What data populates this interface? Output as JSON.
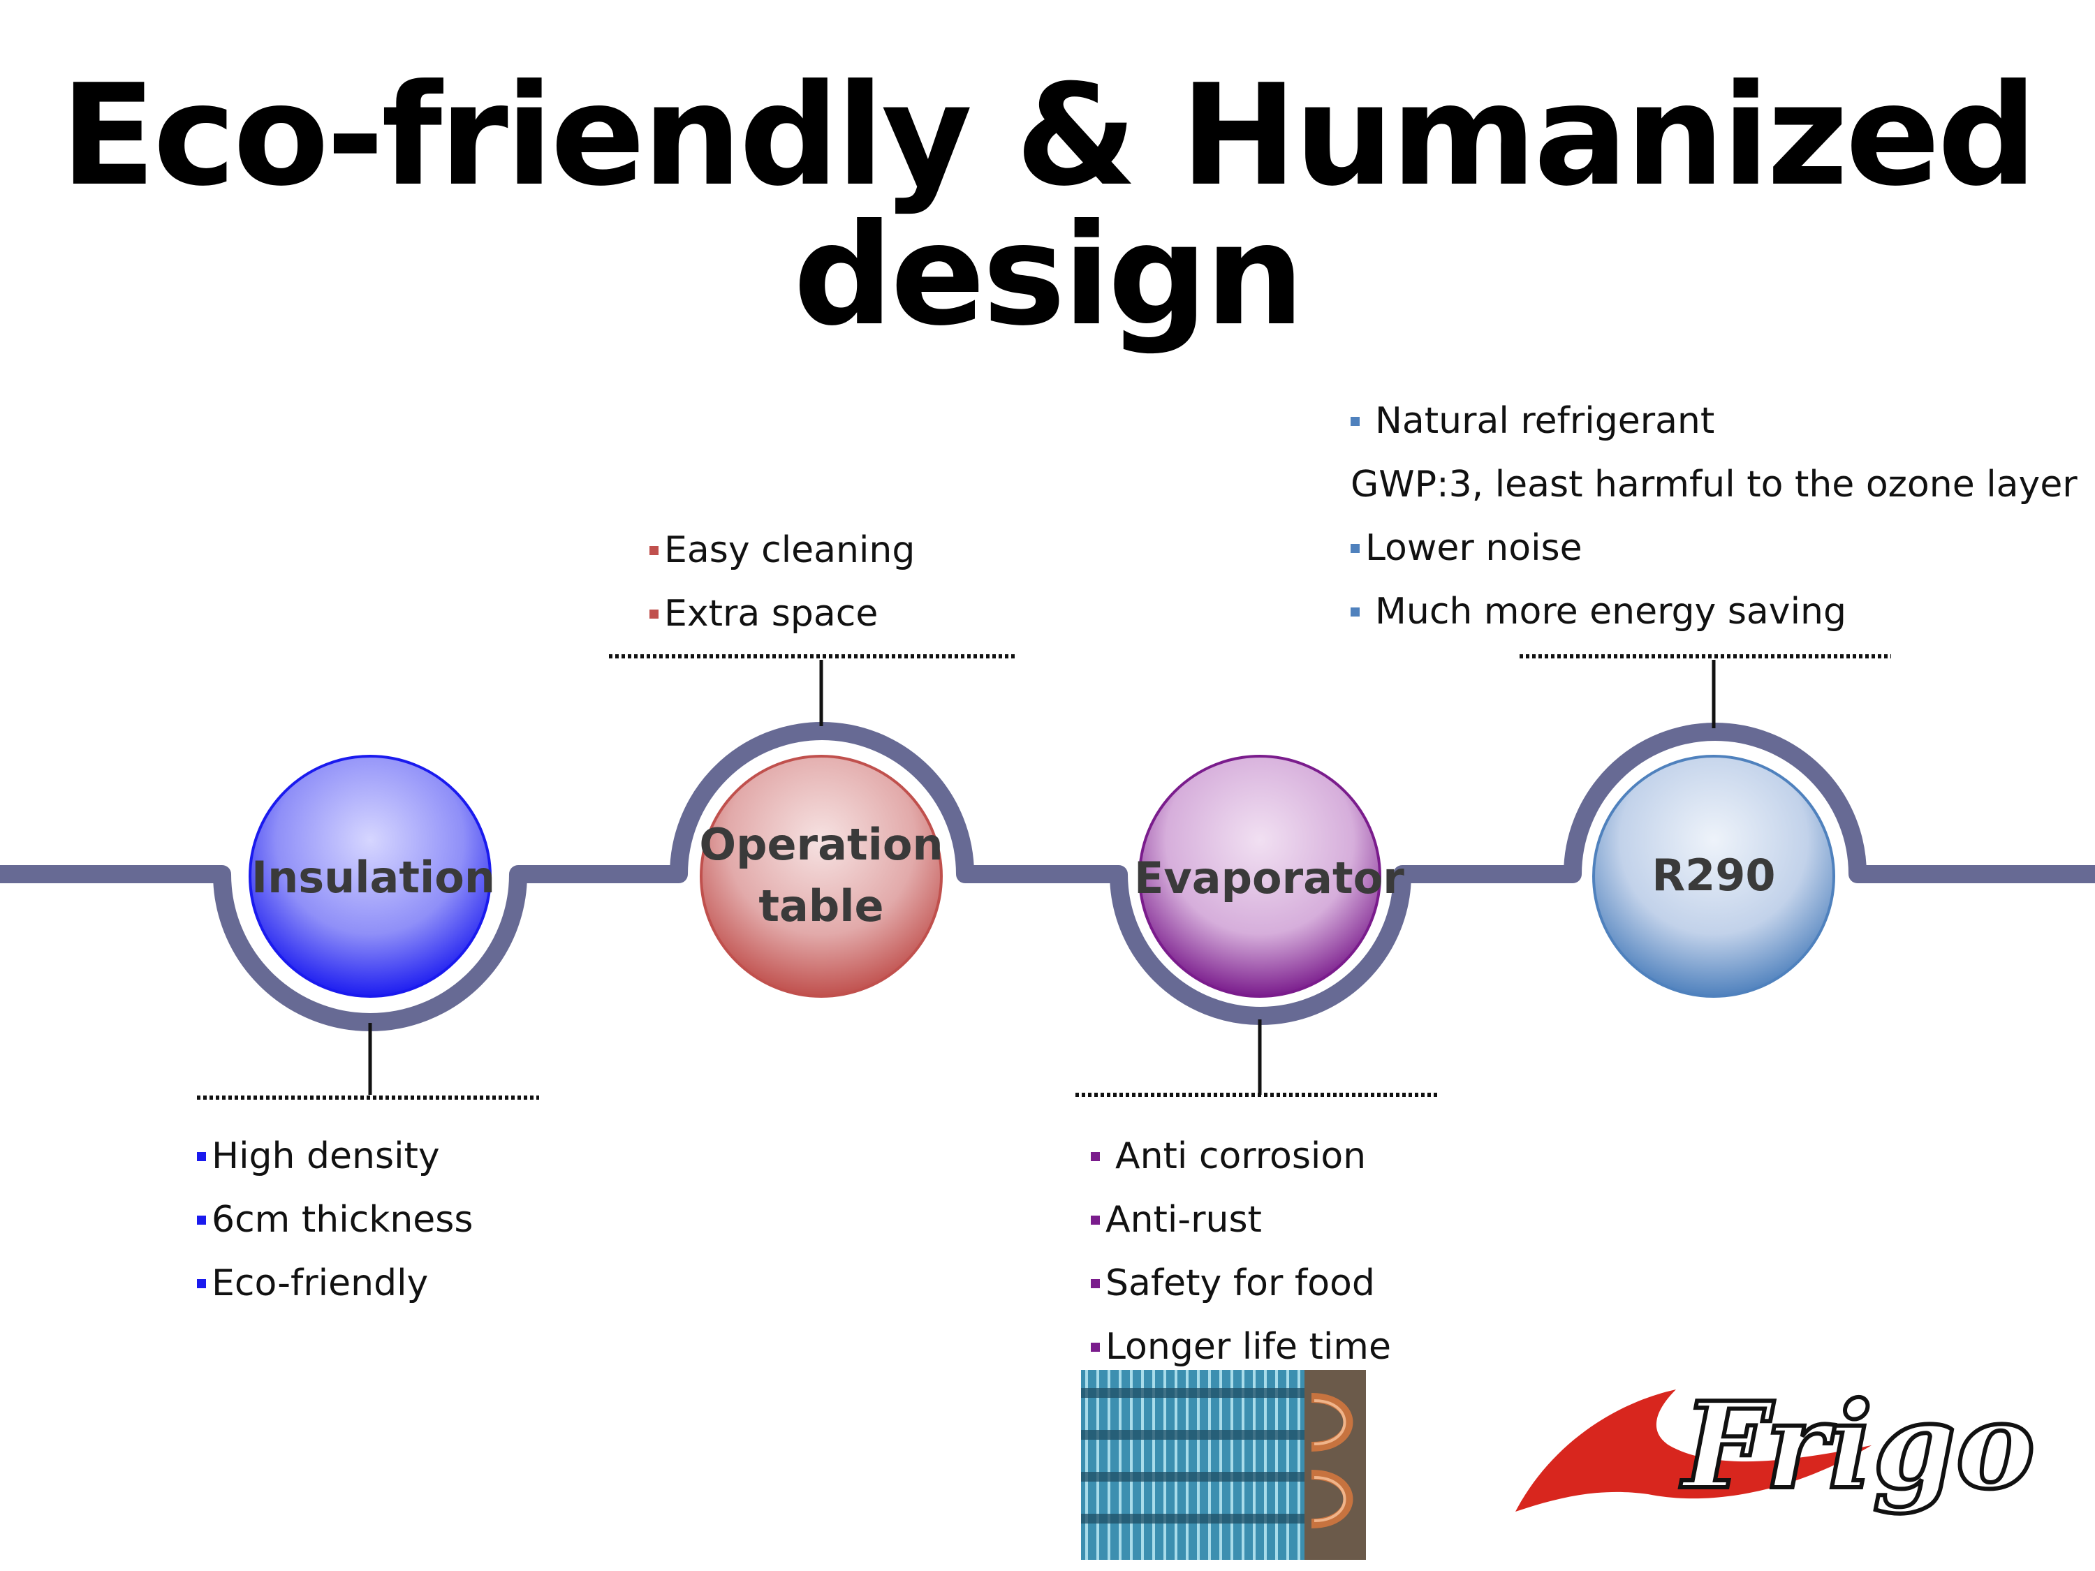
{
  "title": "Eco-friendly & Humanized design",
  "colors": {
    "track": "#676a94",
    "insulation": "#1a1aee",
    "operation": "#c0504d",
    "evaporator": "#7a1c8c",
    "r290": "#4f81bd",
    "logo_red": "#d8261e"
  },
  "nodes": [
    {
      "label": "Insulation",
      "items": [
        "High density",
        "6cm thickness",
        "Eco-friendly"
      ]
    },
    {
      "label": "Operation table",
      "label_lines": [
        "Operation",
        "table"
      ],
      "items": [
        "Easy cleaning",
        "Extra space"
      ]
    },
    {
      "label": "Evaporator",
      "items": [
        "Anti corrosion",
        "Anti-rust",
        "Safety for food",
        "Longer life time"
      ]
    },
    {
      "label": "R290",
      "items": [
        "Natural refrigerant",
        "GWP:3, least harmful to the ozone layer",
        "Lower noise",
        "Much more energy saving"
      ]
    }
  ],
  "logo": {
    "text": "Frigo"
  }
}
